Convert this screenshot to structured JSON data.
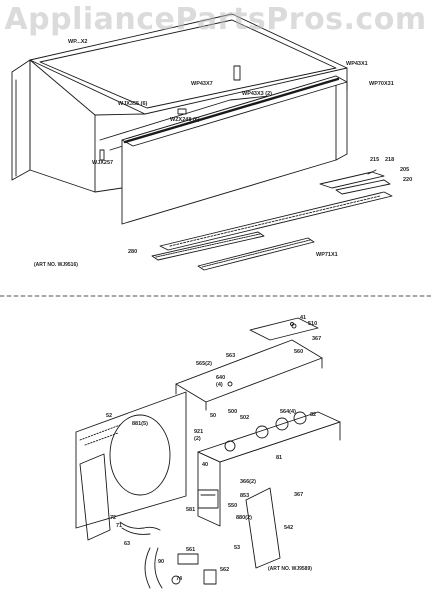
{
  "watermark": "AppliancePartsPros.com",
  "top_section": {
    "art_no": "(ART NO. WJ9516)",
    "labels": {
      "wp_top": "WP...X2",
      "wp43x1": "WP43X1",
      "wp70x31": "WP70X31",
      "wp43x7": "WP43X7",
      "wp43x3": "WP43X3 (2)",
      "wjx355": "WJX355 (6)",
      "wzx248": "WZX248 (6)",
      "wjx257": "WJX257",
      "n215": "215",
      "n218": "218",
      "n205": "205",
      "n220": "220",
      "n280": "280",
      "wp71x1": "WP71X1"
    }
  },
  "bottom_section": {
    "art_no": "(ART NO. WJ9589)",
    "labels": {
      "n41": "41",
      "n510": "510",
      "n367a": "367",
      "n565": "565(2)",
      "n563": "563",
      "n560": "560",
      "n640": "640",
      "n4": "(4)",
      "n500": "500",
      "n502": "502",
      "n50": "50",
      "n881": "881(5)",
      "n52": "52",
      "n921": "921",
      "n2": "(2)",
      "n564": "564(4)",
      "n82": "82",
      "n81": "81",
      "n40": "40",
      "n366": "366(2)",
      "n853": "853",
      "n550": "550",
      "n367b": "367",
      "n581": "581",
      "n880": "880(2)",
      "n72": "72",
      "n71": "71",
      "n63": "63",
      "n561": "561",
      "n562": "562",
      "n90": "90",
      "n74": "74",
      "n53": "53",
      "n542": "542"
    }
  }
}
